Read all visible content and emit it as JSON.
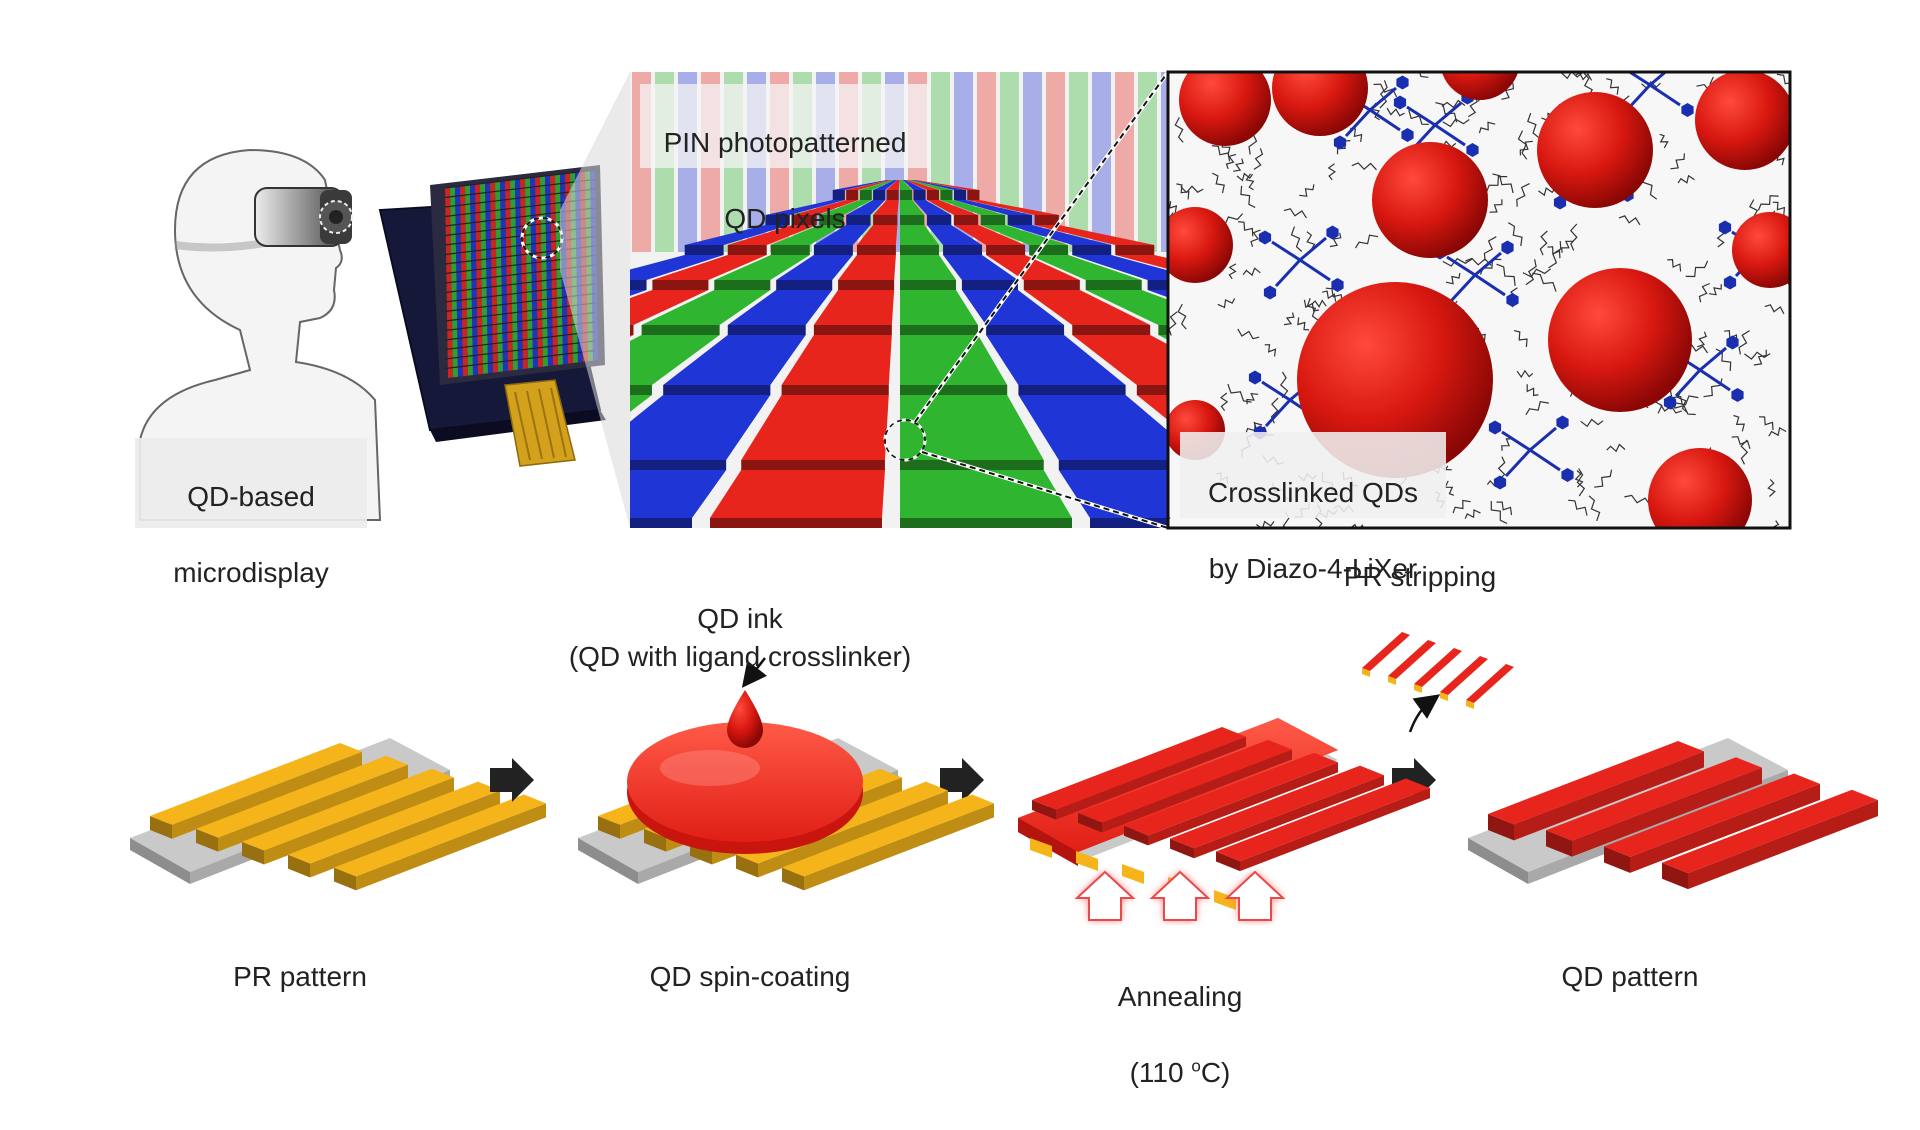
{
  "top": {
    "headset_label_line1": "QD-based",
    "headset_label_line2": "microdisplay",
    "pixels_label_line1": "PIN photopatterned",
    "pixels_label_line2": "QD pixels",
    "crosslink_label_line1": "Crosslinked QDs",
    "crosslink_label_line2": "by Diazo-4-LiXer"
  },
  "process": {
    "step1_label": "PR pattern",
    "step2_label": "QD spin-coating",
    "ink_label_line1": "QD ink",
    "ink_label_line2": "(QD with ligand crosslinker)",
    "step3_label_line1": "Annealing",
    "step3_label_pre": "(110 ",
    "step3_label_sup": "o",
    "step3_label_post": "C)",
    "strip_label": "PR stripping",
    "step4_label": "QD pattern"
  },
  "colors": {
    "qd_red": "#e8251c",
    "pr_yellow": "#f5b51a",
    "pixel_green": "#2fb52f",
    "pixel_blue": "#1f35d6",
    "ligand_blue": "#1a2fb0",
    "substrate_gray": "#b9b9b9"
  }
}
